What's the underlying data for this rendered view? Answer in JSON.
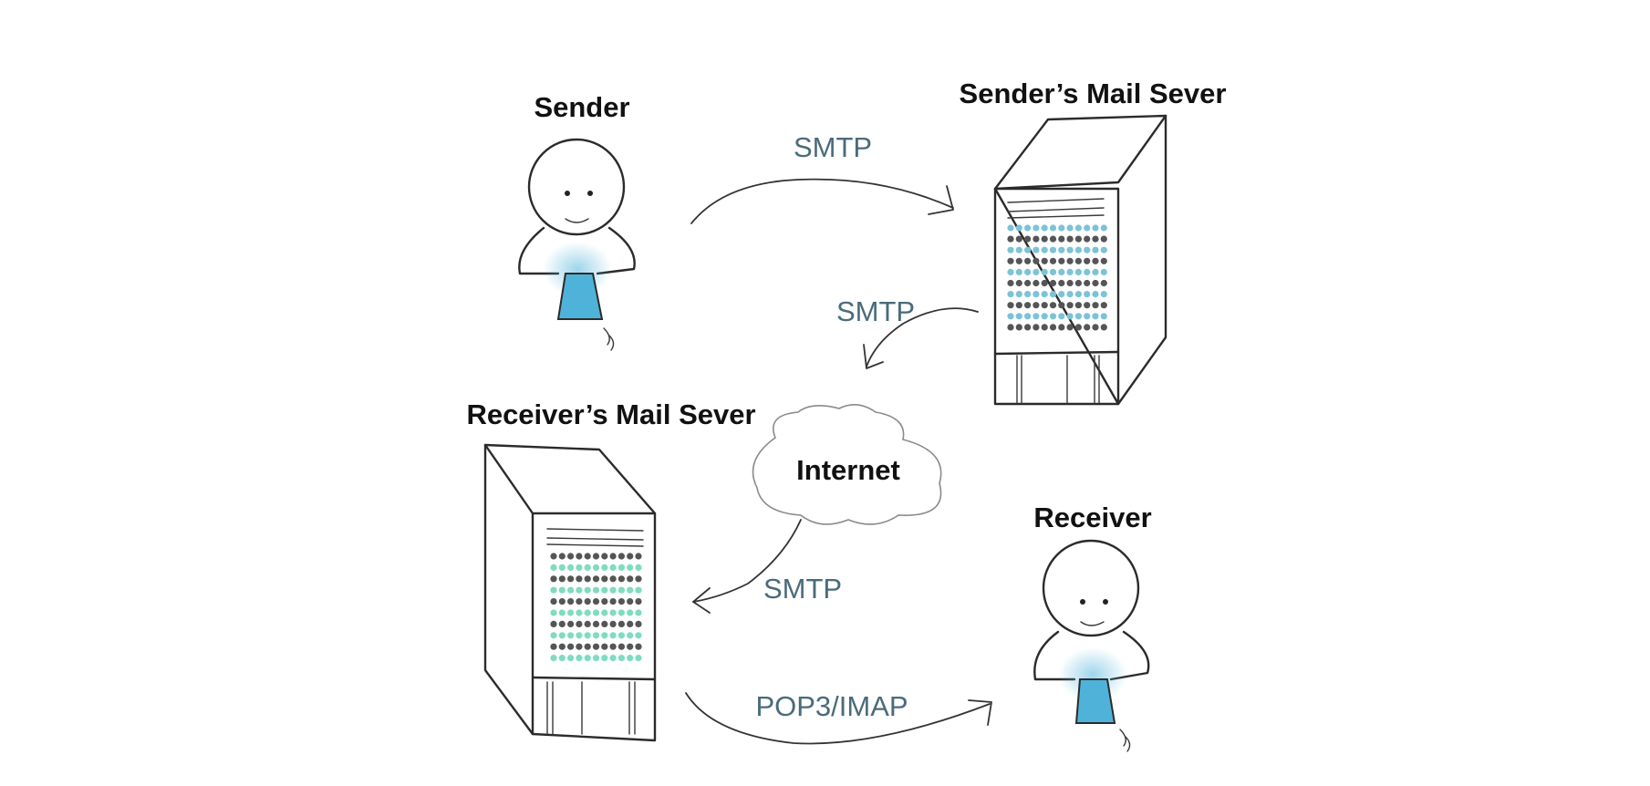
{
  "colors": {
    "accent_blue": "#4fb3d9",
    "server_blue_dots": "#7cc3d8",
    "server_green_dots": "#7fdcc0",
    "dark_dots": "#555555",
    "protocol_text": "#4a6b7a"
  },
  "entities": {
    "sender": {
      "label": "Sender"
    },
    "sender_server": {
      "label": "Sender’s Mail Sever"
    },
    "receiver_server": {
      "label": "Receiver’s Mail Sever"
    },
    "receiver": {
      "label": "Receiver"
    },
    "internet": {
      "label": "Internet"
    }
  },
  "flows": {
    "sender_to_server": "SMTP",
    "server_to_internet": "SMTP",
    "internet_to_receiver_server": "SMTP",
    "receiver_server_to_receiver": "POP3/IMAP"
  }
}
